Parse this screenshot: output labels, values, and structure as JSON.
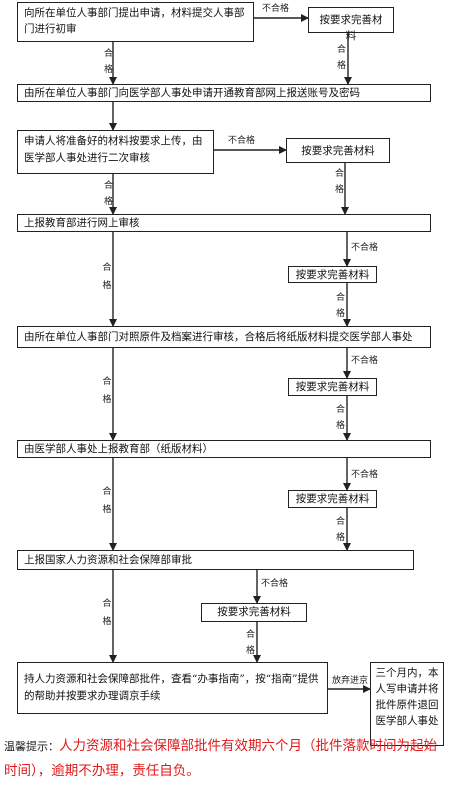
{
  "steps": [
    "向所在单位人事部门提出申请，材料提交人事部门进行初审",
    "由所在单位人事部门向医学部人事处申请开通教育部网上报送账号及密码",
    "申请人将准备好的材料按要求上传，由医学部人事处进行二次审核",
    "上报教育部进行网上审核",
    "由所在单位人事部门对照原件及档案进行审核，合格后将纸版材料提交医学部人事处",
    "由医学部人事处上报教育部（纸版材料）",
    "上报国家人力资源和社会保障部审批",
    "持人力资源和社会保障部批件，查看“办事指南”，按“指南”提供的帮助并按要求办理调京手续"
  ],
  "fix_label": "按要求完善材料",
  "fail_label": "不合格",
  "pass_label": "合格",
  "pass_chars": [
    "合",
    "格"
  ],
  "giveup_label": "放弃进京",
  "final_box": "三个月内，本人写申请并将批件原件退回医学部人事处",
  "note": {
    "lead": "温馨提示：",
    "text": "人力资源和社会保障部批件有效期六个月（批件落款时间为起始时间），逾期不办理，责任自负。"
  },
  "colors": {
    "note_red": "#e0191b",
    "line": "#222222"
  }
}
